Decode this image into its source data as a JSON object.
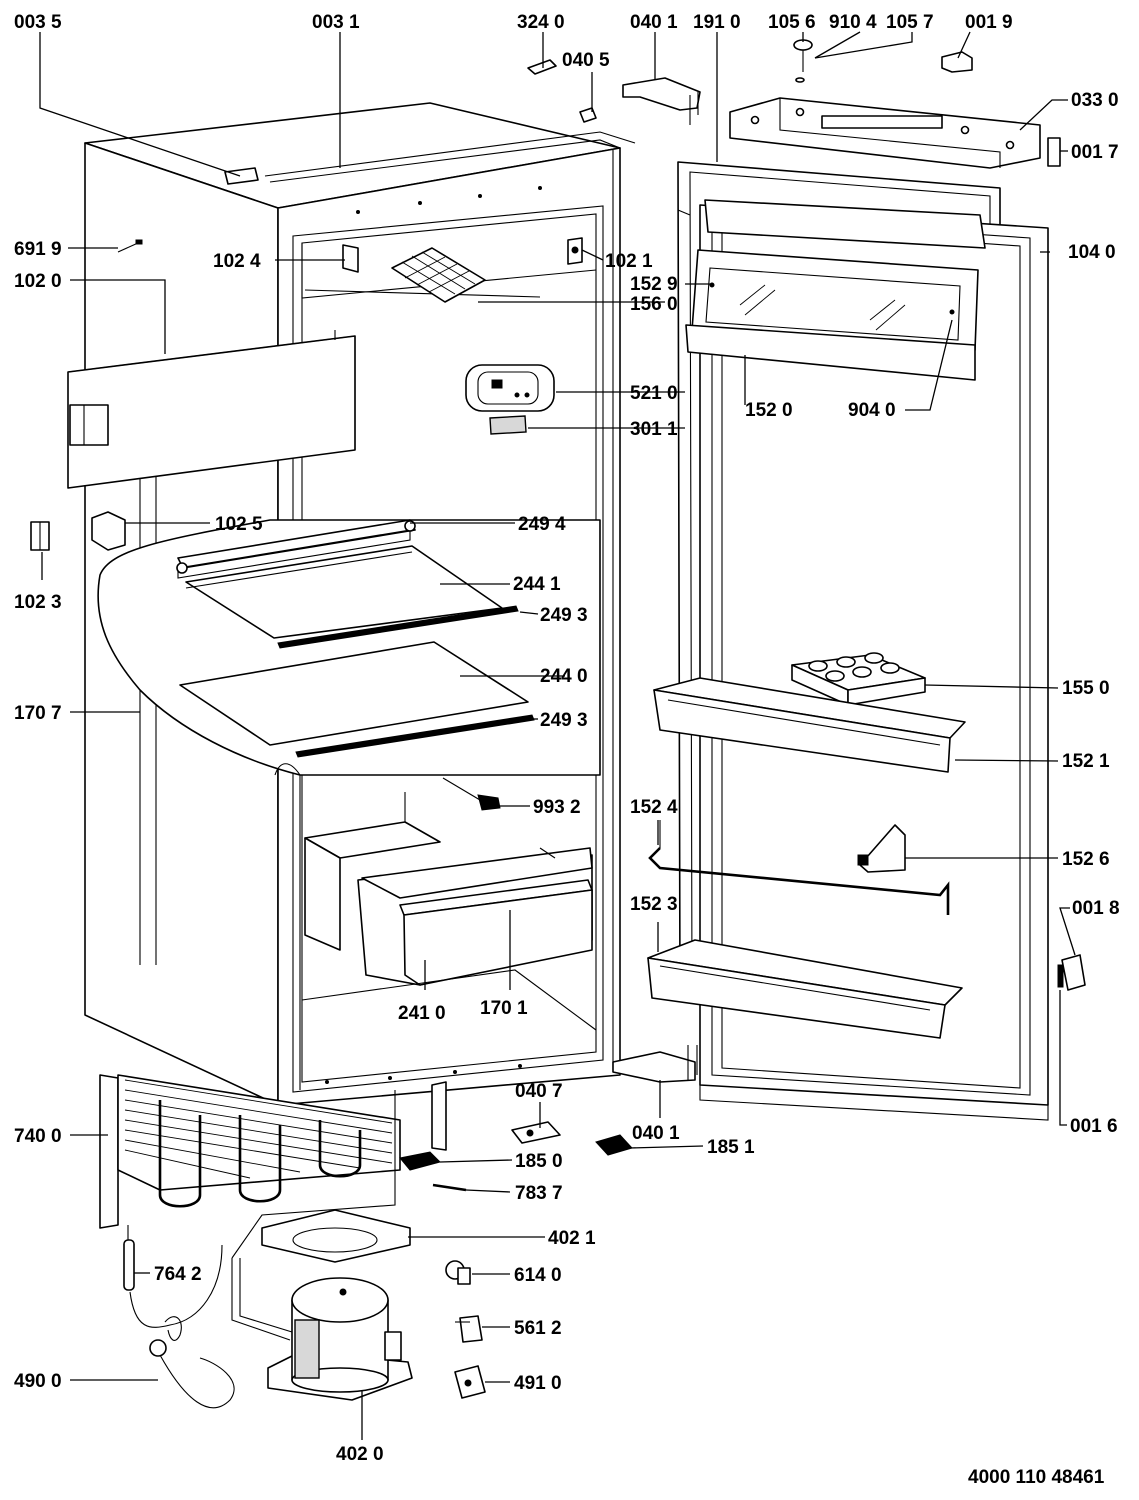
{
  "diagram": {
    "document_number": "4000 110 48461",
    "part_labels": {
      "p0035": "003 5",
      "p0031": "003 1",
      "p3240": "324 0",
      "p0405": "040 5",
      "p0401_top": "040 1",
      "p1910": "191 0",
      "p1056": "105 6",
      "p9104": "910 4",
      "p1057": "105 7",
      "p0019": "001 9",
      "p0330": "033 0",
      "p0017": "001 7",
      "p6919": "691 9",
      "p1024": "102 4",
      "p1021": "102 1",
      "p1040": "104 0",
      "p1020": "102 0",
      "p1529": "152 9",
      "p1560": "156 0",
      "p5210": "521 0",
      "p1520": "152 0",
      "p9040": "904 0",
      "p3011": "301 1",
      "p1025": "102 5",
      "p2494": "249 4",
      "p1023": "102 3",
      "p2441": "244 1",
      "p2493_a": "249 3",
      "p2440": "244 0",
      "p1550": "155 0",
      "p1707": "170 7",
      "p2493_b": "249 3",
      "p1521": "152 1",
      "p9932": "993 2",
      "p1524": "152 4",
      "p1526": "152 6",
      "p1523": "152 3",
      "p0018": "001 8",
      "p2410": "241 0",
      "p1701": "170 1",
      "p0407": "040 7",
      "p0401_bottom": "040 1",
      "p1851": "185 1",
      "p7400": "740 0",
      "p1850": "185 0",
      "p0016": "001 6",
      "p7837": "783 7",
      "p4021": "402 1",
      "p7642": "764 2",
      "p6140": "614 0",
      "p5612": "561 2",
      "p4900": "490 0",
      "p4910": "491 0",
      "p4020": "402 0"
    }
  }
}
